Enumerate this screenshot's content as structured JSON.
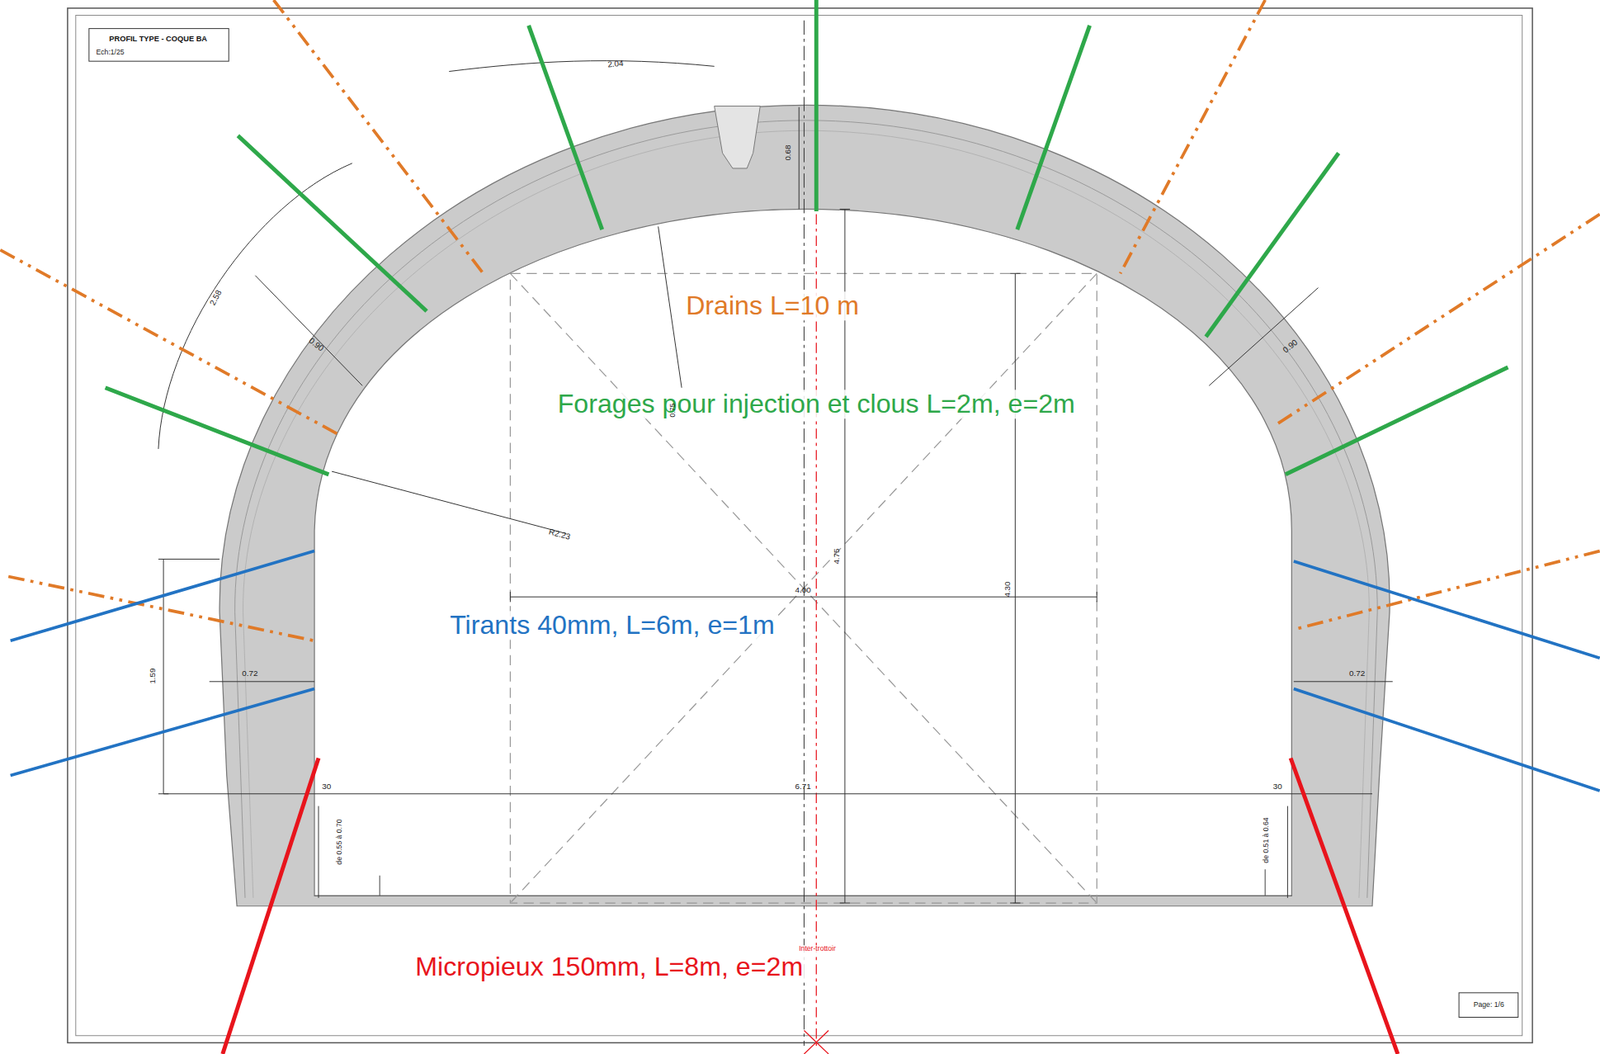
{
  "diagram": {
    "title": "PROFIL TYPE - COQUE BA",
    "labels": [
      "Ech:1/25",
      "2.04",
      "0.68",
      "2.58",
      "0.90",
      "0.90",
      "Drains L=10 m",
      "Forages pour injection et clous L=2m, e=2m",
      "0.75",
      "R2.23",
      "4.00",
      "4.75",
      "4.30",
      "Tirants 40mm, L=6m, e=1m",
      "1.59",
      "0.72",
      "0.72",
      "30",
      "6.71",
      "30",
      "de 0.55 à 0.70",
      "de 0.51 à 0.64",
      "Inter-trottoir",
      "Micropieux 150mm, L=8m, e=2m",
      "Page: 1/6"
    ]
  }
}
